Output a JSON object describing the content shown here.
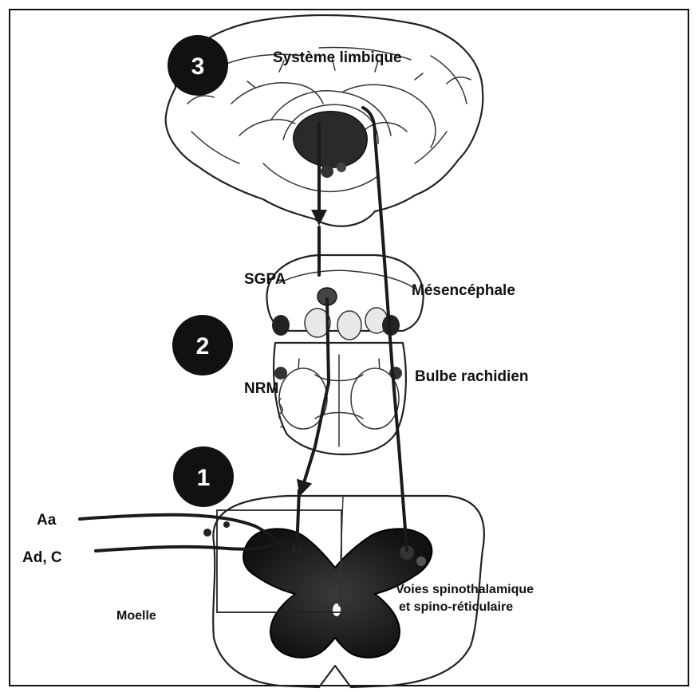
{
  "labels": {
    "limbic": "Système limbique",
    "sgpa": "SGPA",
    "mesencephale": "Mésencéphale",
    "bulbe": "Bulbe rachidien",
    "nrm": "NRM",
    "aa": "Aa",
    "adc": "Ad, C",
    "moelle": "Moelle",
    "voies_line1": "Voies spinothalamique",
    "voies_line2": "et spino-réticulaire"
  },
  "markers": {
    "one": "1",
    "two": "2",
    "three": "3"
  }
}
